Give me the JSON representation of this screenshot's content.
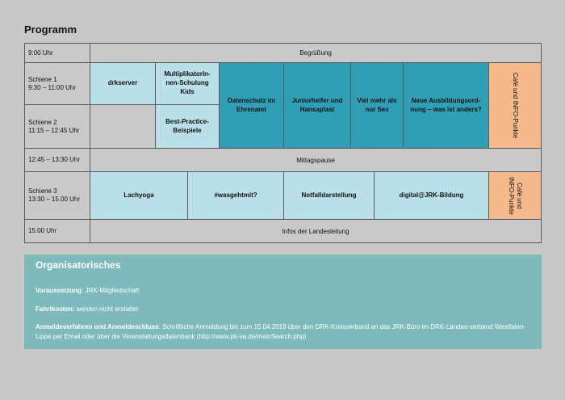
{
  "page_title": "Programm",
  "schedule": {
    "rows": {
      "r1_time": "9:00 Uhr",
      "r1_event": "Begrüßung",
      "s1_time": "Schiene 1\n9:30 – 11:00 Uhr",
      "s2_time": "Schiene 2\n11:15 – 12:45 Uhr",
      "lunch_time": "12:45 – 13:30 Uhr",
      "lunch_event": "Mittagspause",
      "s3_time": "Schiene 3\n13:30 – 15.00 Uhr",
      "end_time": "15.00 Uhr",
      "end_event": "Infos der Landesleitung"
    },
    "sessions": {
      "drkserver": "drkserver",
      "multiplikator": "MultiplikatorIn-\nnen-Schulung\nKids",
      "best_practice": "Best-Practice-\nBeispiele",
      "datenschutz": "Datenschutz im\nEhrenamt",
      "juniorhelfer": "Juniorhelfer und\nHansaplast",
      "viel_mehr": "Viel mehr als\nnur Sex",
      "ausbildung": "Neue Ausbildungsord-\nnung – was ist anders?",
      "cafe1": "Café und INFO-Punkte",
      "lachyoga": "Lachyoga",
      "wasgehtmit": "#wasgehtmit?",
      "notfall": "Notfalldarstellung",
      "digital": "digital@JRK-Bildung",
      "cafe2": "Café und\nINFO-Punkte"
    }
  },
  "org": {
    "title": "Organisatorisches",
    "req_label": "Voraussetzung:",
    "req_value": " JRK-Mitgliedschaft",
    "cost_label": "Fahrtkosten:",
    "cost_value": " werden nicht erstattet",
    "reg_label": "Anmeldeverfahren und Anmeldeschluss",
    "reg_value": ": Schriftliche Anmeldung bis zum 15.04.2019 über den DRK-Kreisverband an das JRK-Büro im DRK-Landes-verband Westfalen-Lippe per Email oder über die Veranstaltungsdatenbank (http://www.jrk-va.de/mainSearch.php)"
  },
  "colors": {
    "light_blue": "#b9dfe8",
    "teal": "#2f9fb6",
    "orange": "#f6b98b",
    "gray": "#c9c9c9",
    "org_bg": "#7eb9bc"
  }
}
